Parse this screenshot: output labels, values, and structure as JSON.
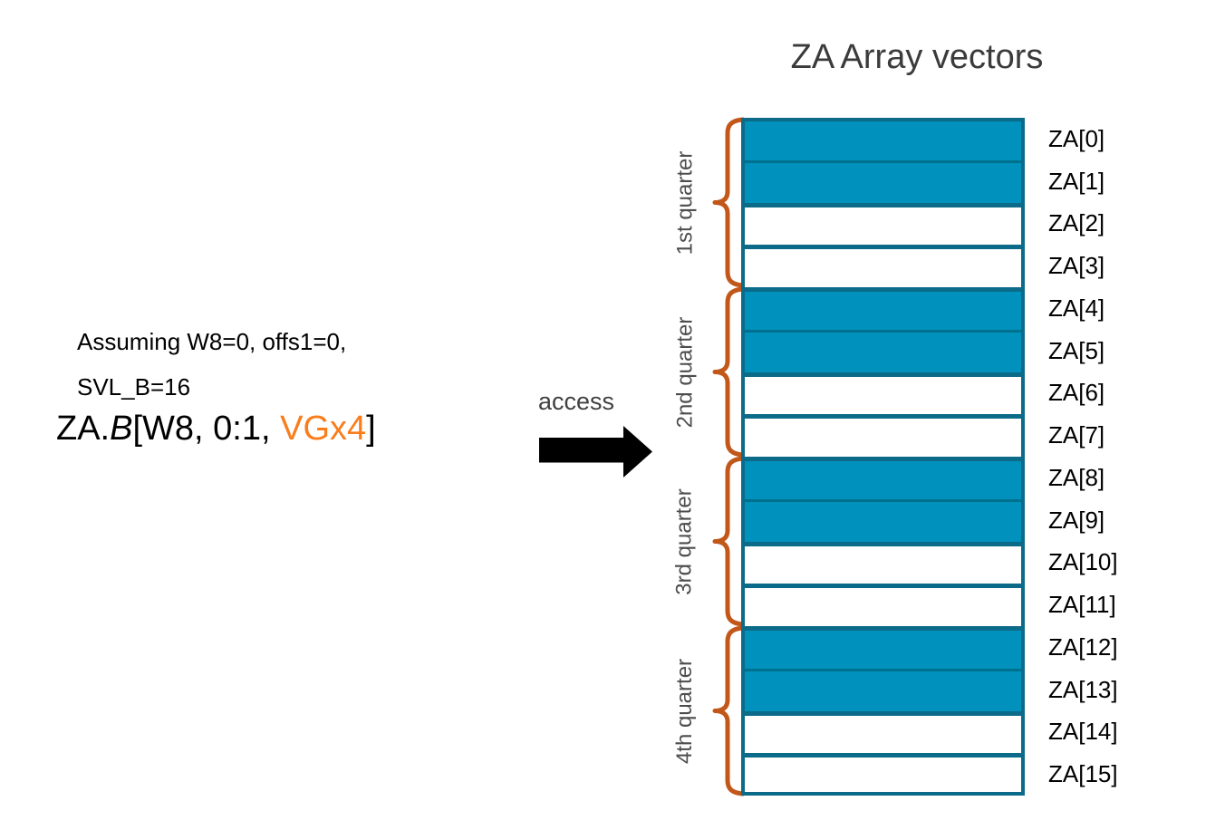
{
  "title": "ZA Array vectors",
  "left_panel": {
    "assumption_line1": "Assuming W8=0, offs1=0,",
    "assumption_line2": "SVL_B=16",
    "expression": {
      "prefix": "ZA.",
      "register": "B",
      "args_before": "[W8, 0:1, ",
      "highlight": "VGx4",
      "after": "]"
    }
  },
  "arrow": {
    "label": "access"
  },
  "quarters": [
    {
      "label": "1st quarter"
    },
    {
      "label": "2nd quarter"
    },
    {
      "label": "3rd quarter"
    },
    {
      "label": "4th quarter"
    }
  ],
  "array": {
    "rows": [
      {
        "label": "ZA[0]",
        "filled": true
      },
      {
        "label": "ZA[1]",
        "filled": true
      },
      {
        "label": "ZA[2]",
        "filled": false
      },
      {
        "label": "ZA[3]",
        "filled": false
      },
      {
        "label": "ZA[4]",
        "filled": true
      },
      {
        "label": "ZA[5]",
        "filled": true
      },
      {
        "label": "ZA[6]",
        "filled": false
      },
      {
        "label": "ZA[7]",
        "filled": false
      },
      {
        "label": "ZA[8]",
        "filled": true
      },
      {
        "label": "ZA[9]",
        "filled": true
      },
      {
        "label": "ZA[10]",
        "filled": false
      },
      {
        "label": "ZA[11]",
        "filled": false
      },
      {
        "label": "ZA[12]",
        "filled": true
      },
      {
        "label": "ZA[13]",
        "filled": true
      },
      {
        "label": "ZA[14]",
        "filled": false
      },
      {
        "label": "ZA[15]",
        "filled": false
      }
    ]
  },
  "colors": {
    "fill": "#0091bc",
    "border": "#0c6b89",
    "pair_divider": "#00708f",
    "brace": "#c2571a",
    "highlight": "#f97d1c",
    "title_text": "#3b3b3b",
    "arrow_fill": "#000000"
  }
}
